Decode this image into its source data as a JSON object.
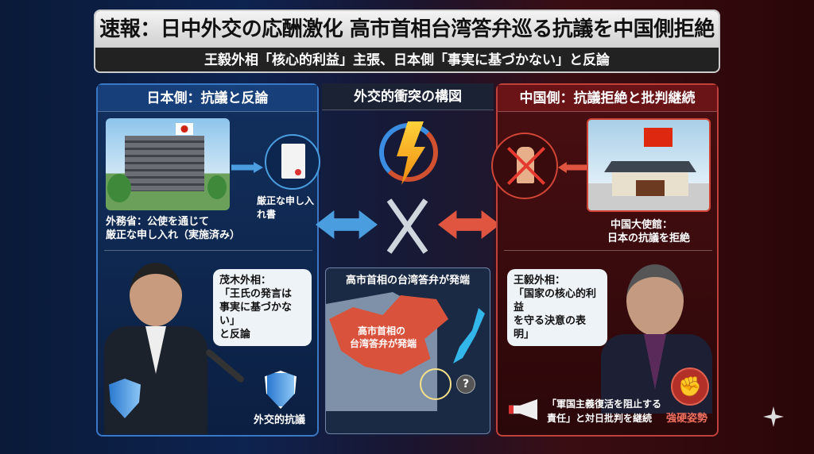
{
  "header": {
    "title": "速報：日中外交の応酬激化 高市首相台湾答弁巡る抗議を中国側拒絶",
    "subtitle": "王毅外相「核心的利益」主張、日本側「事実に基づかない」と反論"
  },
  "left": {
    "title": "日本側：抗議と反論",
    "document_label": "厳正な申し入れ書",
    "mofa_caption_1": "外務省：公使を通じて",
    "mofa_caption_2": "厳正な申し入れ（実施済み）",
    "quote_1": "茂木外相：",
    "quote_2": "「王氏の発言は",
    "quote_3": "事実に基づかない」",
    "quote_4": "と反論",
    "shield_label": "外交的抗議"
  },
  "center": {
    "title": "外交的衝突の構図",
    "map_title": "高市首相の台湾答弁が発端",
    "map_label_1": "高市首相の",
    "map_label_2": "台湾答弁が発端",
    "question": "?"
  },
  "right": {
    "title": "中国側：抗議拒絶と批判継続",
    "embassy_caption_1": "中国大使館：",
    "embassy_caption_2": "日本の抗議を拒絶",
    "quote_1": "王毅外相：",
    "quote_2": "「国家の核心的利益",
    "quote_3": "を守る決意の表明」",
    "criticism_1": "「軍国主義復活を阻止する",
    "criticism_2": "責任」と対日批判を継続",
    "stance_label": "強硬姿勢"
  },
  "colors": {
    "japan_blue": "#3b78c4",
    "china_red": "#c0403a",
    "map_red": "#d9533c"
  }
}
